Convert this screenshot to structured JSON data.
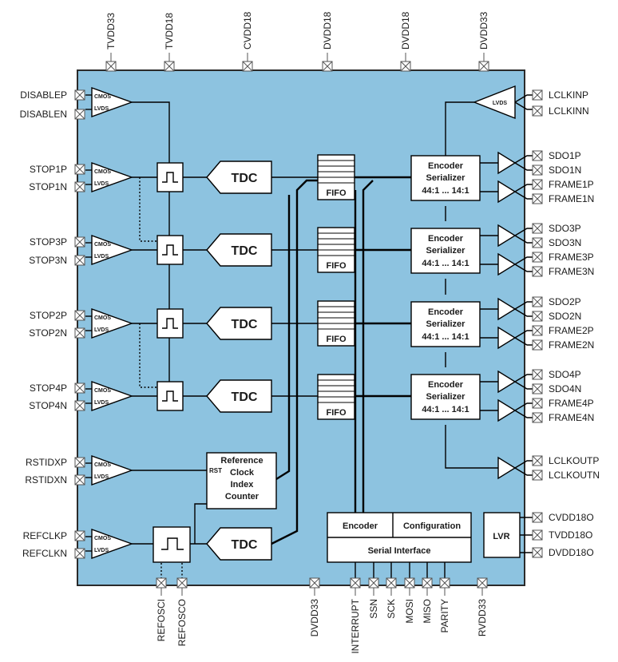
{
  "pins": {
    "top": [
      "TVDD33",
      "TVDD18",
      "CVDD18",
      "DVDD18",
      "DVDD18",
      "DVDD33"
    ],
    "bottom": [
      "REFOSCI",
      "REFOSCO",
      "DVDD33",
      "INTERRUPT",
      "SSN",
      "SCK",
      "MOSI",
      "MISO",
      "PARITY",
      "RVDD33"
    ],
    "left": {
      "disablep": "DISABLEP",
      "disablen": "DISABLEN",
      "stop1p": "STOP1P",
      "stop1n": "STOP1N",
      "stop3p": "STOP3P",
      "stop3n": "STOP3N",
      "stop2p": "STOP2P",
      "stop2n": "STOP2N",
      "stop4p": "STOP4P",
      "stop4n": "STOP4N",
      "rstidxp": "RSTIDXP",
      "rstidxn": "RSTIDXN",
      "refclkp": "REFCLKP",
      "refclkn": "REFCLKN"
    },
    "right": {
      "lclkinp": "LCLKINP",
      "lclkinn": "LCLKINN",
      "sdo1p": "SDO1P",
      "sdo1n": "SDO1N",
      "frame1p": "FRAME1P",
      "frame1n": "FRAME1N",
      "sdo3p": "SDO3P",
      "sdo3n": "SDO3N",
      "frame3p": "FRAME3P",
      "frame3n": "FRAME3N",
      "sdo2p": "SDO2P",
      "sdo2n": "SDO2N",
      "frame2p": "FRAME2P",
      "frame2n": "FRAME2N",
      "sdo4p": "SDO4P",
      "sdo4n": "SDO4N",
      "frame4p": "FRAME4P",
      "frame4n": "FRAME4N",
      "lclkoutp": "LCLKOUTP",
      "lclkoutn": "LCLKOUTN",
      "cvdd18o": "CVDD18O",
      "tvdd18o": "TVDD18O",
      "dvdd18o": "DVDD18O"
    }
  },
  "blocks": {
    "tdc": "TDC",
    "fifo": "FIFO",
    "encoder_serializer": [
      "Encoder",
      "Serializer",
      "44:1 ... 14:1"
    ],
    "buffer_cmos": "CMOS",
    "buffer_lvds": "LVDS",
    "ref_counter": [
      "Reference",
      "Clock",
      "Index",
      "Counter"
    ],
    "rst": "RST",
    "encoder": "Encoder",
    "configuration": "Configuration",
    "serial_interface": "Serial Interface",
    "lvr": "LVR"
  },
  "colors": {
    "chip_fill": "#8dc3e0",
    "chip_border": "#2b2b2b"
  }
}
